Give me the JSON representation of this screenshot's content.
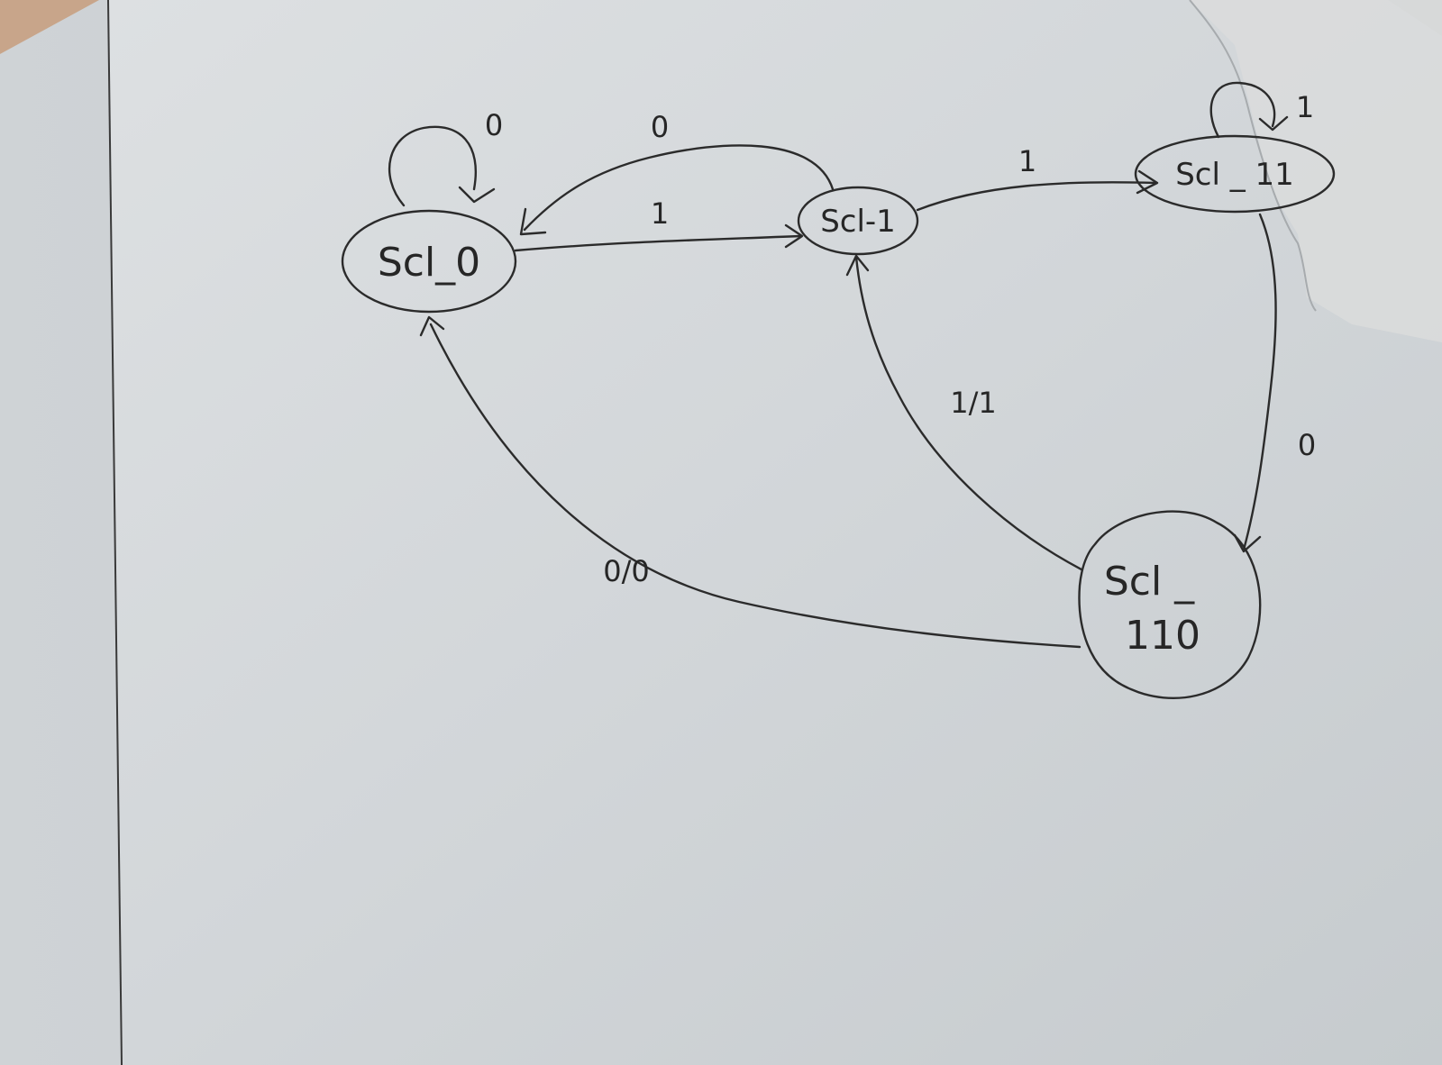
{
  "states": [
    {
      "id": "s0",
      "label": "Scl_0"
    },
    {
      "id": "s1",
      "label": "Scl-1"
    },
    {
      "id": "s11",
      "label": "Scl _ 11"
    },
    {
      "id": "s110",
      "lines": [
        "Scl _",
        "110"
      ]
    }
  ],
  "transitions": [
    {
      "from": "Scl_0",
      "to": "Scl_0",
      "label": "0"
    },
    {
      "from": "Scl-1",
      "to": "Scl_0",
      "label": "0"
    },
    {
      "from": "Scl_0",
      "to": "Scl-1",
      "label": "1"
    },
    {
      "from": "Scl-1",
      "to": "Scl _ 11",
      "label": "1"
    },
    {
      "from": "Scl _ 11",
      "to": "Scl _ 11",
      "label": "1"
    },
    {
      "from": "Scl _ 11",
      "to": "Scl _ 110",
      "label": "0"
    },
    {
      "from": "Scl _ 110",
      "to": "Scl-1",
      "label": "1/1"
    },
    {
      "from": "Scl _ 110",
      "to": "Scl_0",
      "label": "0/0"
    }
  ],
  "colors": {
    "ink": "#2b2b2b",
    "paper": "#d3d7da"
  }
}
